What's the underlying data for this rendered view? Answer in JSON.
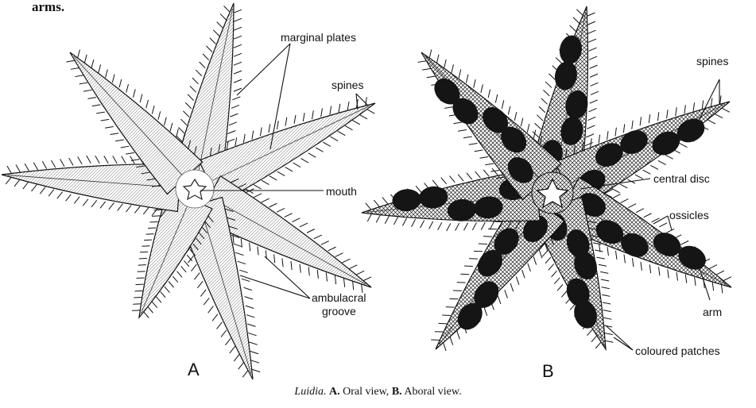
{
  "top_fragment": "arms.",
  "figure_a": {
    "letter": "A",
    "labels": {
      "marginal_plates": "marginal plates",
      "spines": "spines",
      "mouth": "mouth",
      "ambulacral_line1": "ambulacral",
      "ambulacral_line2": "groove"
    }
  },
  "figure_b": {
    "letter": "B",
    "labels": {
      "spines": "spines",
      "central_disc": "central disc",
      "ossicles": "ossicles",
      "arm": "arm",
      "coloured_patches": "coloured patches"
    }
  },
  "caption": {
    "genus": "Luidia.",
    "a_letter": "A.",
    "a_text": "Oral view,",
    "b_letter": "B.",
    "b_text": "Aboral view."
  }
}
